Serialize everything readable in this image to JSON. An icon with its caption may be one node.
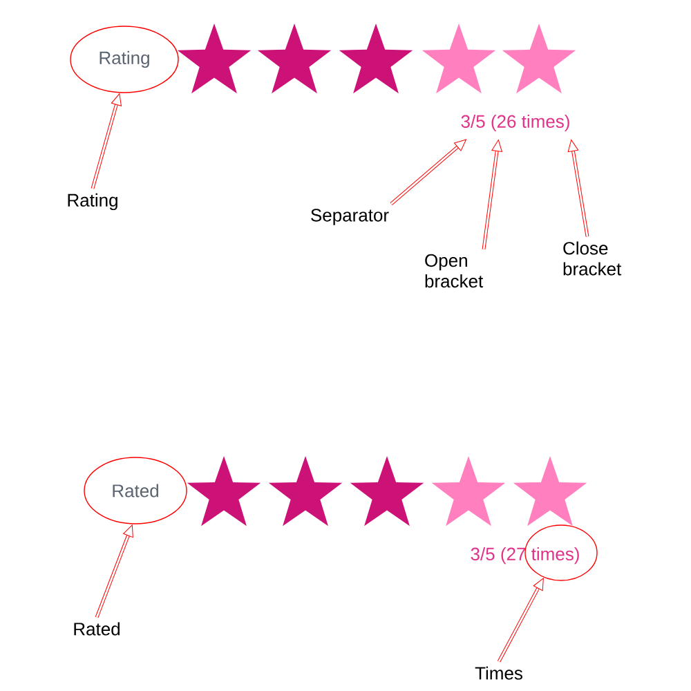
{
  "diagram": {
    "nodes": [
      {
        "text": [
          "Rating"
        ]
      },
      {
        "text": [
          "Rating"
        ]
      },
      {
        "text": [
          "3/5 (26 times)"
        ]
      },
      {
        "text": [
          "Separator"
        ]
      },
      {
        "text": [
          "Open bracket"
        ]
      },
      {
        "text": [
          "Close bracket"
        ]
      },
      {
        "text": [
          "Rated"
        ]
      },
      {
        "text": [
          "Rated"
        ]
      },
      {
        "text": [
          "3/5 (27 times)"
        ]
      },
      {
        "text": [],
        "shape": "circle"
      },
      {
        "text": [
          "Times"
        ]
      }
    ],
    "edges": [
      {
        "from": 1,
        "to": 0,
        "arrow": "to"
      },
      {
        "from": 3,
        "to": 2,
        "arrow": "to"
      },
      {
        "from": 4,
        "to": 2,
        "arrow": "to"
      },
      {
        "from": 5,
        "to": 2,
        "arrow": "to"
      },
      {
        "from": 7,
        "to": 6,
        "arrow": "to"
      },
      {
        "from": 10,
        "to": 9,
        "arrow": "to"
      }
    ]
  }
}
